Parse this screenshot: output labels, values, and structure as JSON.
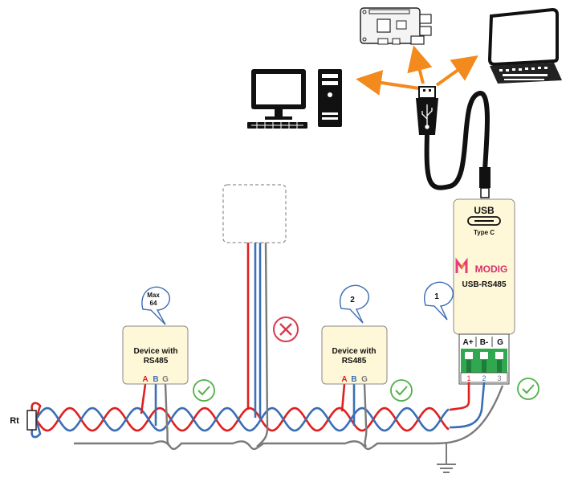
{
  "device_box": {
    "title_line1": "Device with",
    "title_line2": "RS485",
    "pin_a": "A",
    "pin_b": "B",
    "pin_g": "G"
  },
  "callouts": {
    "max_line1": "Max",
    "max_line2": "64",
    "second": "2",
    "first": "1"
  },
  "adapter": {
    "usb_label": "USB",
    "type_c_label": "Type C",
    "brand": "MODIG",
    "model": "USB-RS485",
    "terminal_a": "A+",
    "terminal_b": "B-",
    "terminal_g": "G",
    "pin1": "1",
    "pin2": "2",
    "pin3": "3"
  },
  "terminator_label": "Rt",
  "colors": {
    "wire_a": "#e02020",
    "wire_b": "#3a6fb5",
    "wire_g": "#7a7a7a",
    "arrow": "#f28a1d",
    "ok": "#52b04a",
    "error": "#d83a4c",
    "box_fill": "#fff8d8",
    "terminal_green": "#2fa84f",
    "callout_blue": "#3d6db3"
  }
}
